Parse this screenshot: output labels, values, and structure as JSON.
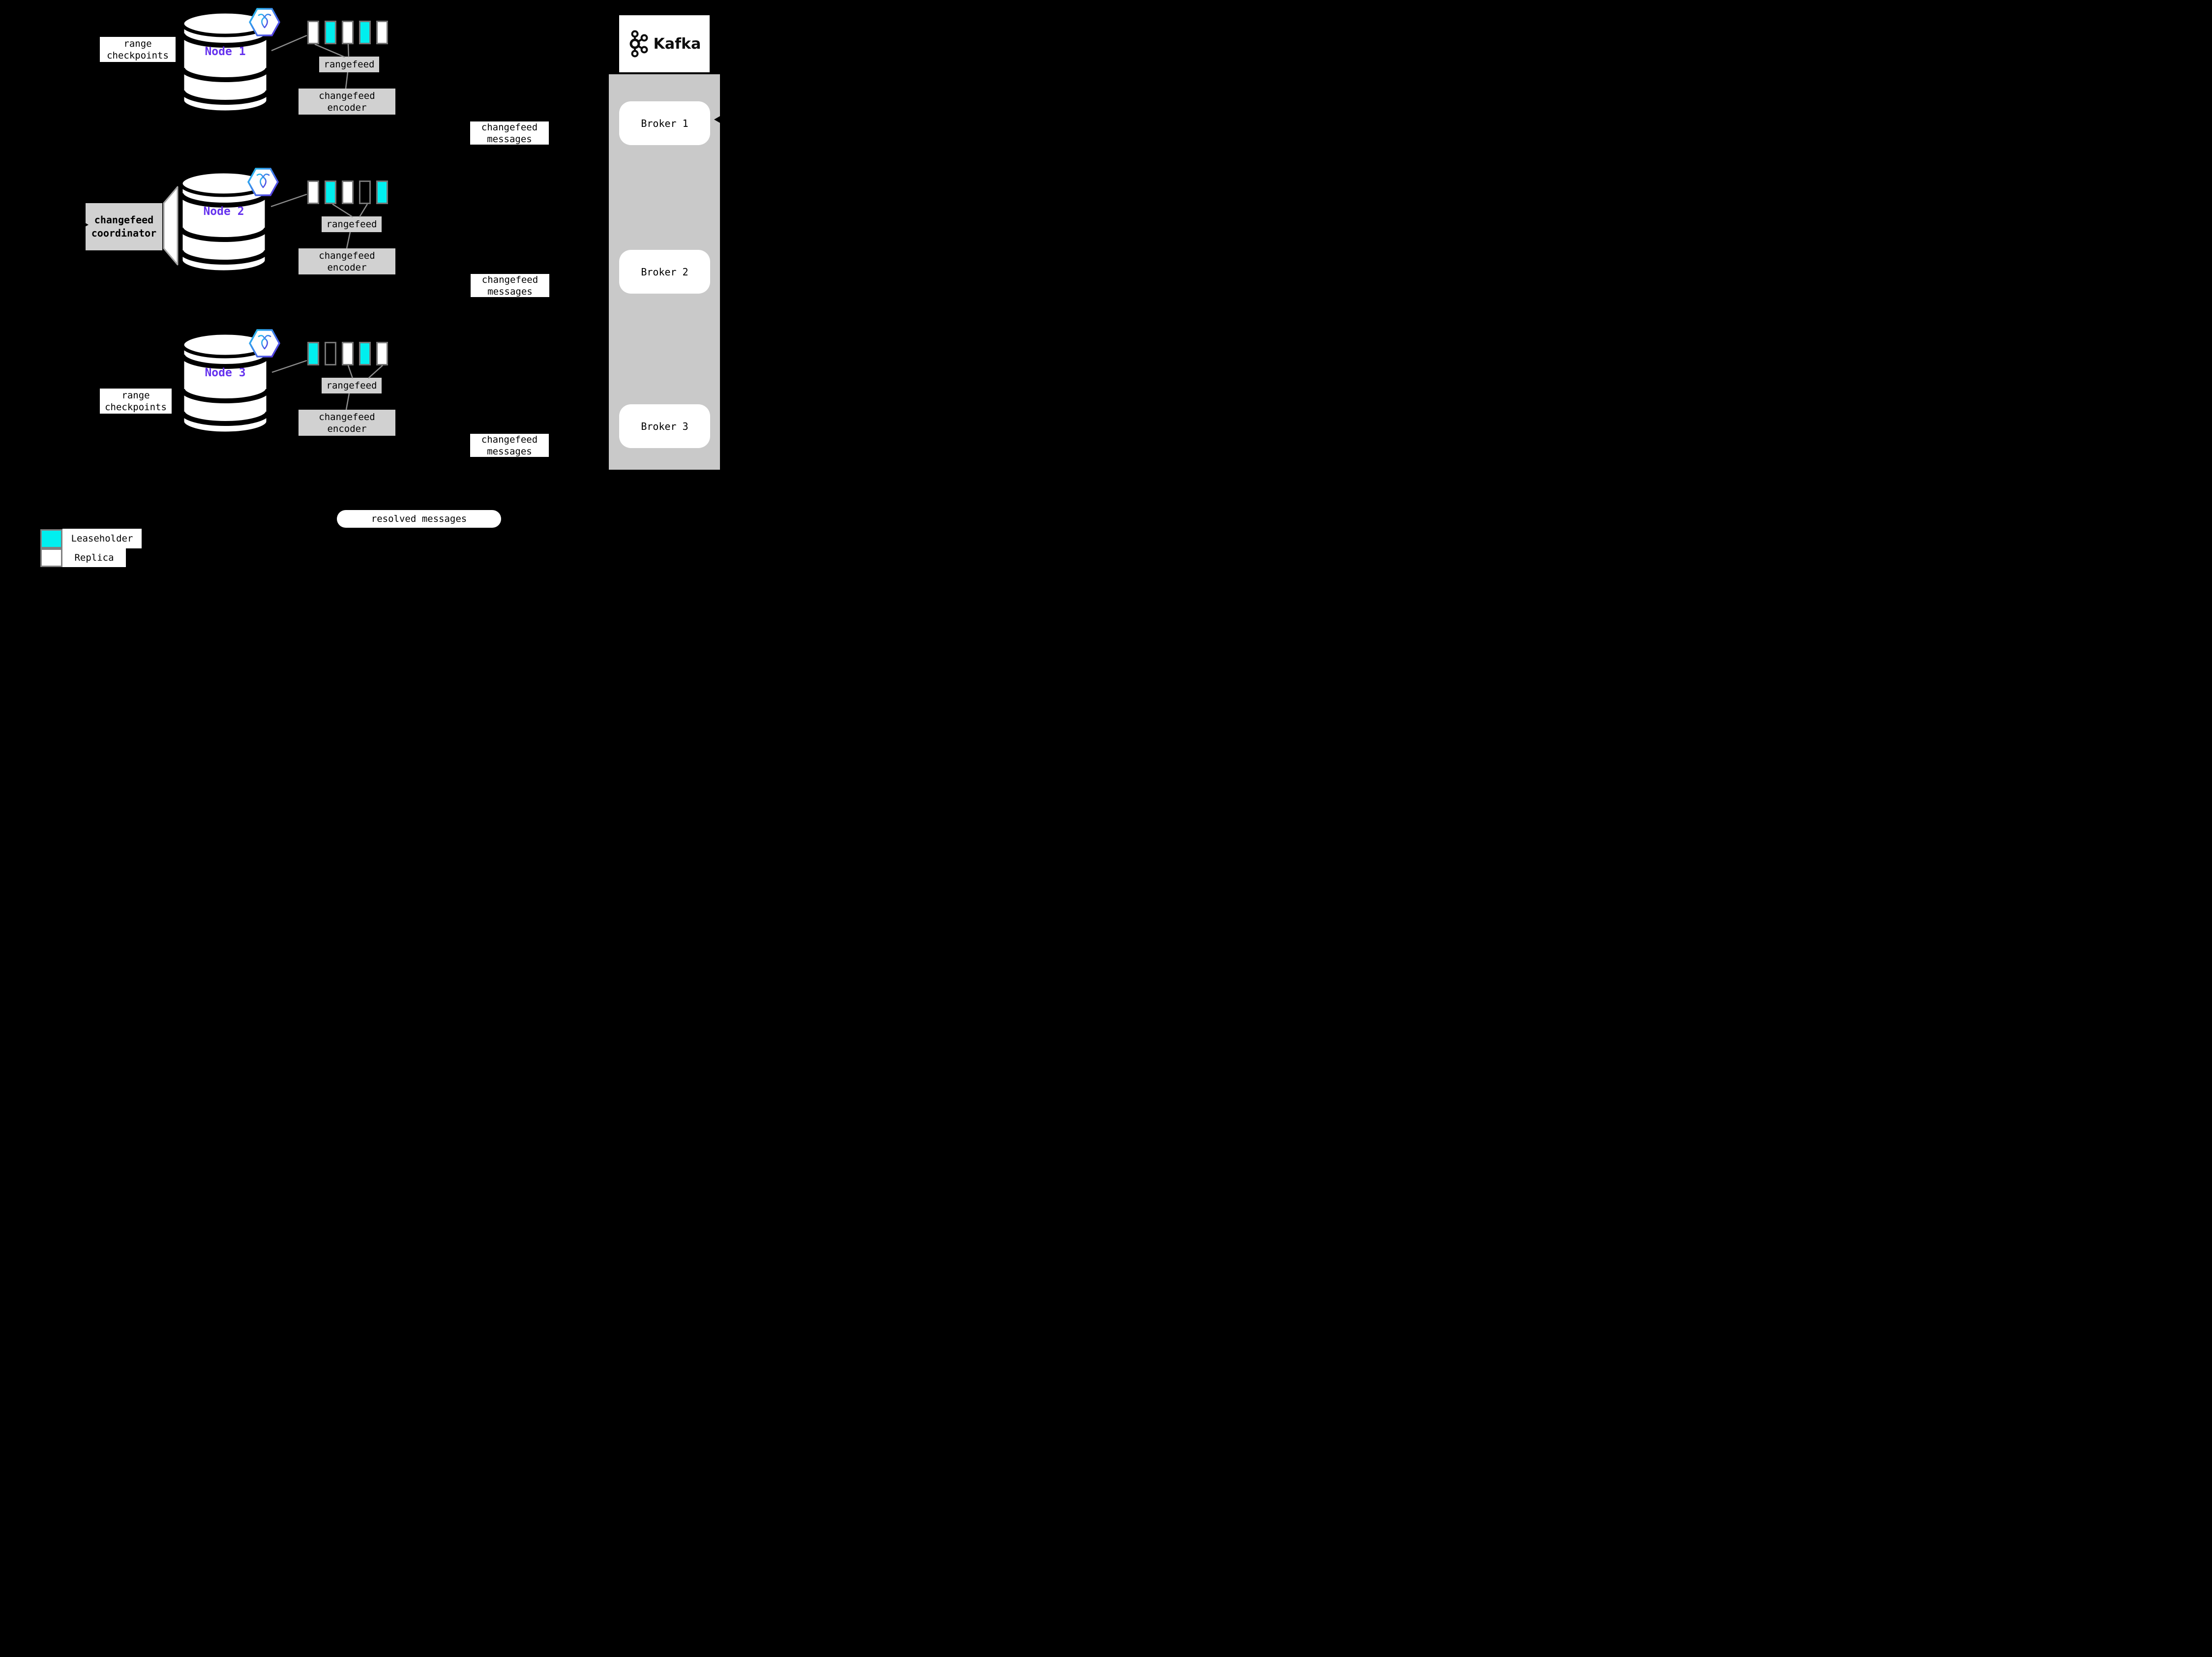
{
  "labels": {
    "range_checkpoints_line1": "range",
    "range_checkpoints_line2": "checkpoints",
    "changefeed_coordinator_line1": "changefeed",
    "changefeed_coordinator_line2": "coordinator",
    "rangefeed": "rangefeed",
    "changefeed_encoder_line1": "changefeed",
    "changefeed_encoder_line2": "encoder",
    "changefeed_messages_line1": "changefeed",
    "changefeed_messages_line2": "messages",
    "resolved_messages": "resolved messages"
  },
  "nodes": [
    {
      "label": "Node 1",
      "ranges": [
        "replica",
        "leaseholder",
        "replica",
        "leaseholder",
        "replica"
      ]
    },
    {
      "label": "Node 2",
      "ranges": [
        "replica",
        "leaseholder",
        "replica",
        "empty",
        "leaseholder"
      ]
    },
    {
      "label": "Node 3",
      "ranges": [
        "leaseholder",
        "empty",
        "replica",
        "leaseholder",
        "replica"
      ]
    }
  ],
  "kafka": {
    "brand": "Kafka",
    "brokers": [
      "Broker 1",
      "Broker 2",
      "Broker 3"
    ]
  },
  "legend": [
    {
      "swatch": "leaseholder",
      "label": "Leaseholder"
    },
    {
      "swatch": "replica",
      "label": "Replica"
    }
  ],
  "icons": [
    "cockroachdb-logo-icon",
    "kafka-logo-icon",
    "arrowhead-icon"
  ],
  "colors": {
    "leaseholder": "#00efef",
    "replica": "#ffffff",
    "node_label": "#6633ee",
    "panel": "#c9c9c9",
    "box_gray": "#d1d1d1",
    "connector": "#8c8c8c",
    "background": "#000000"
  }
}
